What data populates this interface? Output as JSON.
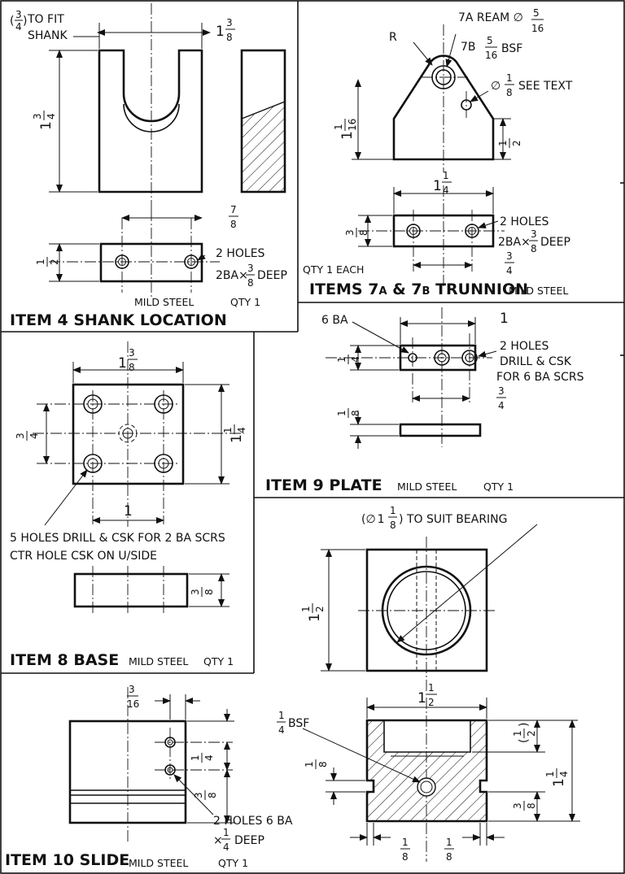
{
  "sheet": {
    "line_color": "#111111",
    "background": "#ffffff"
  },
  "item4": {
    "title": "ITEM 4 SHANK LOCATION",
    "material": "MILD STEEL",
    "qty": "QTY 1",
    "note_fit_num": "3",
    "note_fit_den": "4",
    "note_fit_text": "TO FIT",
    "note_shank": "SHANK",
    "dim_width_whole": "1",
    "dim_width_num": "3",
    "dim_width_den": "8",
    "dim_height_whole": "1",
    "dim_height_num": "3",
    "dim_height_den": "4",
    "dim_half_num": "1",
    "dim_half_den": "2",
    "dim_pitch_num": "7",
    "dim_pitch_den": "8",
    "holes_line1": "2 HOLES",
    "holes_line2a": "2BA×",
    "holes_num": "3",
    "holes_den": "8",
    "holes_line2b": "DEEP"
  },
  "item7": {
    "title_a": "ITEMS 7",
    "title_sub_a": "A",
    "title_mid": " & 7",
    "title_sub_b": "B",
    "title_b": " TRUNNION",
    "material": "MILD STEEL",
    "qty": "QTY 1 EACH",
    "ream_a": "7A REAM ∅",
    "ream_num": "5",
    "ream_den": "16",
    "bsf_b": "7B",
    "bsf_num": "5",
    "bsf_den": "16",
    "bsf_text": "BSF",
    "radius_label": "R",
    "small_hole_pre": "∅",
    "small_hole_num": "1",
    "small_hole_den": "8",
    "small_hole_text": "SEE TEXT",
    "dim_height_whole": "1",
    "dim_height_num": "1",
    "dim_height_den": "16",
    "dim_half_num": "1",
    "dim_half_den": "2",
    "dim_width_whole": "1",
    "dim_width_num": "1",
    "dim_width_den": "4",
    "dim_thick_num": "3",
    "dim_thick_den": "8",
    "dim_pitch_num": "3",
    "dim_pitch_den": "4",
    "holes_line1": "2 HOLES",
    "holes_line2a": "2BA×",
    "holes_num": "3",
    "holes_den": "8",
    "holes_line2b": "DEEP"
  },
  "item8": {
    "title": "ITEM 8 BASE",
    "material": "MILD STEEL",
    "qty": "QTY 1",
    "dim_width_whole": "1",
    "dim_width_num": "3",
    "dim_width_den": "8",
    "dim_height_whole": "1",
    "dim_height_num": "1",
    "dim_height_den": "4",
    "dim_inner_num": "3",
    "dim_inner_den": "4",
    "dim_pitch": "1",
    "dim_thick_num": "3",
    "dim_thick_den": "8",
    "note_line1": "5 HOLES DRILL & CSK FOR 2 BA SCRS",
    "note_line2": "CTR HOLE CSK ON U/SIDE"
  },
  "item9": {
    "title": "ITEM 9 PLATE",
    "material": "MILD STEEL",
    "qty": "QTY 1",
    "ba_label": "6 BA",
    "dim_length": "1",
    "dim_height_num": "1",
    "dim_height_den": "4",
    "dim_pitch_num": "3",
    "dim_pitch_den": "4",
    "dim_thick_num": "1",
    "dim_thick_den": "8",
    "holes_line1": "2 HOLES",
    "holes_line2": "DRILL & CSK",
    "holes_line3": "FOR 6 BA SCRS"
  },
  "item10": {
    "title": "ITEM 10 SLIDE",
    "material": "MILD STEEL",
    "qty": "QTY 1",
    "dim_edge_num": "3",
    "dim_edge_den": "16",
    "dim_pitch_num": "1",
    "dim_pitch_den": "4",
    "dim_low_num": "3",
    "dim_low_den": "8",
    "holes_line1": "2 HOLES 6 BA",
    "holes_line2a": "×",
    "holes_num": "1",
    "holes_den": "4",
    "holes_line2b": "DEEP"
  },
  "bearing": {
    "bore_pre": "(∅",
    "bore_whole": "1",
    "bore_num": "1",
    "bore_den": "8",
    "bore_post": ")",
    "bore_text": "TO SUIT BEARING",
    "dim_height_whole": "1",
    "dim_height_num": "1",
    "dim_height_den": "2",
    "dim_width_whole": "1",
    "dim_width_num": "1",
    "dim_width_den": "2",
    "bsf_num": "1",
    "bsf_den": "4",
    "bsf_text": "BSF",
    "dim_recess_num": "1",
    "dim_recess_den": "2",
    "dim_side_whole": "1",
    "dim_side_num": "1",
    "dim_side_den": "4",
    "dim_hole_num": "1",
    "dim_hole_den": "8",
    "dim_low_num": "3",
    "dim_low_den": "8",
    "dim_foot_left_num": "1",
    "dim_foot_left_den": "8",
    "dim_foot_right_num": "1",
    "dim_foot_right_den": "8"
  }
}
